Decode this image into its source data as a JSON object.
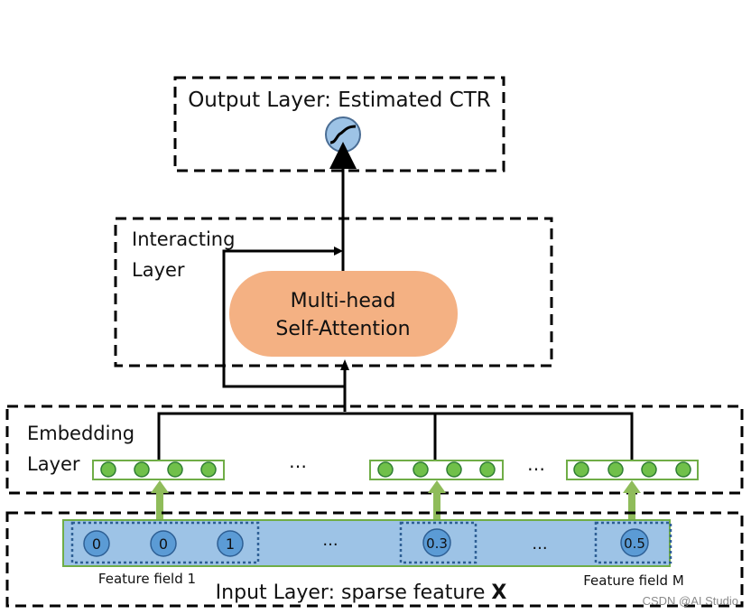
{
  "layers": {
    "output": {
      "title": "Output Layer: Estimated CTR"
    },
    "interacting": {
      "title_line1": "Interacting",
      "title_line2": "Layer"
    },
    "attention": {
      "line1": "Multi-head",
      "line2": "Self-Attention"
    },
    "embedding": {
      "title_line1": "Embedding",
      "title_line2": "Layer"
    },
    "input": {
      "title": "Input Layer: sparse feature ",
      "title_bold": "X"
    }
  },
  "ellipsis": "...",
  "ellipsis_embed": "…",
  "input_values": [
    "0",
    "0",
    "1",
    "0.3",
    "0.5"
  ],
  "feature_fields": {
    "first": "Feature field 1",
    "last": "Feature field M"
  },
  "watermark": "CSDN @AI Studio",
  "colors": {
    "attention_fill": "#f4b183",
    "input_bar_fill": "#9dc3e6",
    "input_bar_border": "#70ad47",
    "node_fill": "#5b9bd5",
    "node_border": "#2e5f94",
    "embed_dot_fill": "#70c04a",
    "embed_dot_border": "#2e7d32",
    "sigmoid_fill": "#9dc3e6",
    "arrow_green": "#8fbc5a"
  }
}
